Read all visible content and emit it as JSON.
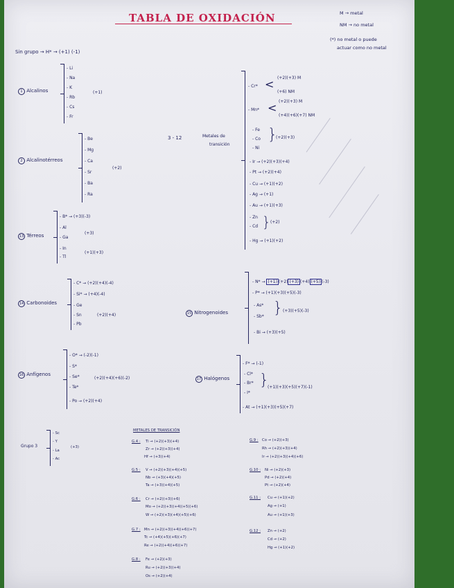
{
  "title": "TABLA DE OXIDACIÓN",
  "legend": {
    "m": "M → metal",
    "nm": "NM → no metal",
    "note1": "(*) no metal o puede",
    "note2": "actuar como no metal"
  },
  "sin_grupo": "Sin grupo → H* → (+1)  (-1)",
  "g1": {
    "num": "1",
    "label": "Alcalinos",
    "elements": [
      "- Li",
      "- Na",
      "- K",
      "- Rb",
      "- Cs",
      "- Fr"
    ],
    "ox": "(+1)"
  },
  "g2": {
    "num": "2",
    "label": "Alcalinotérreos",
    "elements": [
      "- Be",
      "- Mg",
      "- Ca",
      "- Sr",
      "- Ba",
      "- Ra"
    ],
    "ox": "(+2)"
  },
  "g13": {
    "num": "13",
    "label": "Térreos",
    "lines": [
      "- B* → (+3)(-3)",
      "- Al",
      "- Ga",
      "- In",
      "- Tl"
    ],
    "ox_mid": "(+3)",
    "ox_low": "(+1)(+3)"
  },
  "g14": {
    "num": "14",
    "label": "Carbonoides",
    "lines": [
      "- C* → (+2)(+4)(-4)",
      "- Si* → (+4)(-4)",
      "- Ge",
      "- Sn",
      "- Pb"
    ],
    "ox": "(+2)(+4)"
  },
  "g15": {
    "num": "15",
    "label": "Nitrogenoides",
    "n_prefix": "- N* →",
    "n_box1": "(+1)",
    "n_mid1": "(+2)",
    "n_box2": "(+3)",
    "n_mid2": "(+4)",
    "n_box3": "(+5)",
    "n_end": "(-3)",
    "lines": [
      "- P* → (+1)(+3)(+5)(-3)",
      "- As*",
      "- Sb*",
      "- Bi → (+3)(+5)"
    ],
    "ox": "(+3)(+5)(-3)"
  },
  "g16": {
    "num": "16",
    "label": "Anfígenos",
    "lines": [
      "- O* → (-2)(-1)",
      "- S*",
      "- Se*",
      "- Te*",
      "- Po → (+2)(+4)"
    ],
    "ox": "(+2)(+4)(+6)(-2)"
  },
  "g17": {
    "num": "17",
    "label": "Halógenos",
    "lines": [
      "- F* → (-1)",
      "- Cl*",
      "- Br*",
      "- I*",
      "- At → (+1)(+3)(+5)(+7)"
    ],
    "ox": "(+1)(+3)(+5)(+7)(-1)"
  },
  "transicion": {
    "num": "3 - 12",
    "label1": "Metales de",
    "label2": "transición",
    "cr": "- Cr*",
    "cr_ox1": "(+2)(+3) M",
    "cr_ox2": "(+6) NM",
    "mn": "- Mn*",
    "mn_ox1": "(+2)(+3) M",
    "mn_ox2": "(+4)(+6)(+7) NM",
    "fecoNi": [
      "- Fe",
      "- Co",
      "- Ni"
    ],
    "fecoNi_ox": "(+2)(+3)",
    "rest": [
      "- Ir → (+2)(+3)(+4)",
      "- Pt → (+2)(+4)",
      "- Cu → (+1)(+2)",
      "- Ag → (+1)",
      "- Au → (+1)(+3)",
      "- Zn",
      "- Cd",
      "- Hg → (+1)(+2)"
    ],
    "zncd_ox": "(+2)"
  },
  "grupo3": {
    "label": "Grupo 3",
    "elements": [
      "- Sc",
      "- Y",
      "- La",
      "- Ac"
    ],
    "ox": "(+3)"
  },
  "metales_title": "METALES DE TRANSICIÓN",
  "metales_left": [
    {
      "g": "G.4 :",
      "lines": [
        "Ti → (+2)(+3)(+4)",
        "Zr → (+2)(+3)(+4)",
        "Hf → (+3)(+4)"
      ]
    },
    {
      "g": "G.5 :",
      "lines": [
        "V → (+2)(+3)(+4)(+5)",
        "Nb → (+3)(+4)(+5)",
        "Ta → (+3)(+4)(+5)"
      ]
    },
    {
      "g": "G.6 :",
      "lines": [
        "Cr → (+2)(+3)(+6)",
        "Mo → (+2)(+3)(+4)(+5)(+6)",
        "W → (+2)(+3)(+4)(+5)(+6)"
      ]
    },
    {
      "g": "G.7 :",
      "lines": [
        "Mn → (+2)(+3)(+4)(+6)(+7)",
        "Tc → (+4)(+5)(+6)(+7)",
        "Re → (+2)(+4)(+6)(+7)"
      ]
    },
    {
      "g": "G.8 :",
      "lines": [
        "Fe → (+2)(+3)",
        "Ru → (+2)(+3)(+4)",
        "Os → (+2)(+4)"
      ]
    }
  ],
  "metales_right": [
    {
      "g": "G.9 :",
      "lines": [
        "Co → (+2)(+3)",
        "Rh → (+2)(+3)(+4)",
        "Ir → (+2)(+3)(+4)(+6)"
      ]
    },
    {
      "g": "G.10 :",
      "lines": [
        "Ni → (+2)(+3)",
        "Pd → (+2)(+4)",
        "Pt → (+2)(+4)"
      ]
    },
    {
      "g": "G.11 :",
      "lines": [
        "Cu → (+1)(+2)",
        "Ag → (+1)",
        "Au → (+1)(+3)"
      ]
    },
    {
      "g": "G.12 :",
      "lines": [
        "Zn → (+2)",
        "Cd → (+2)",
        "Hg → (+1)(+2)"
      ]
    }
  ]
}
